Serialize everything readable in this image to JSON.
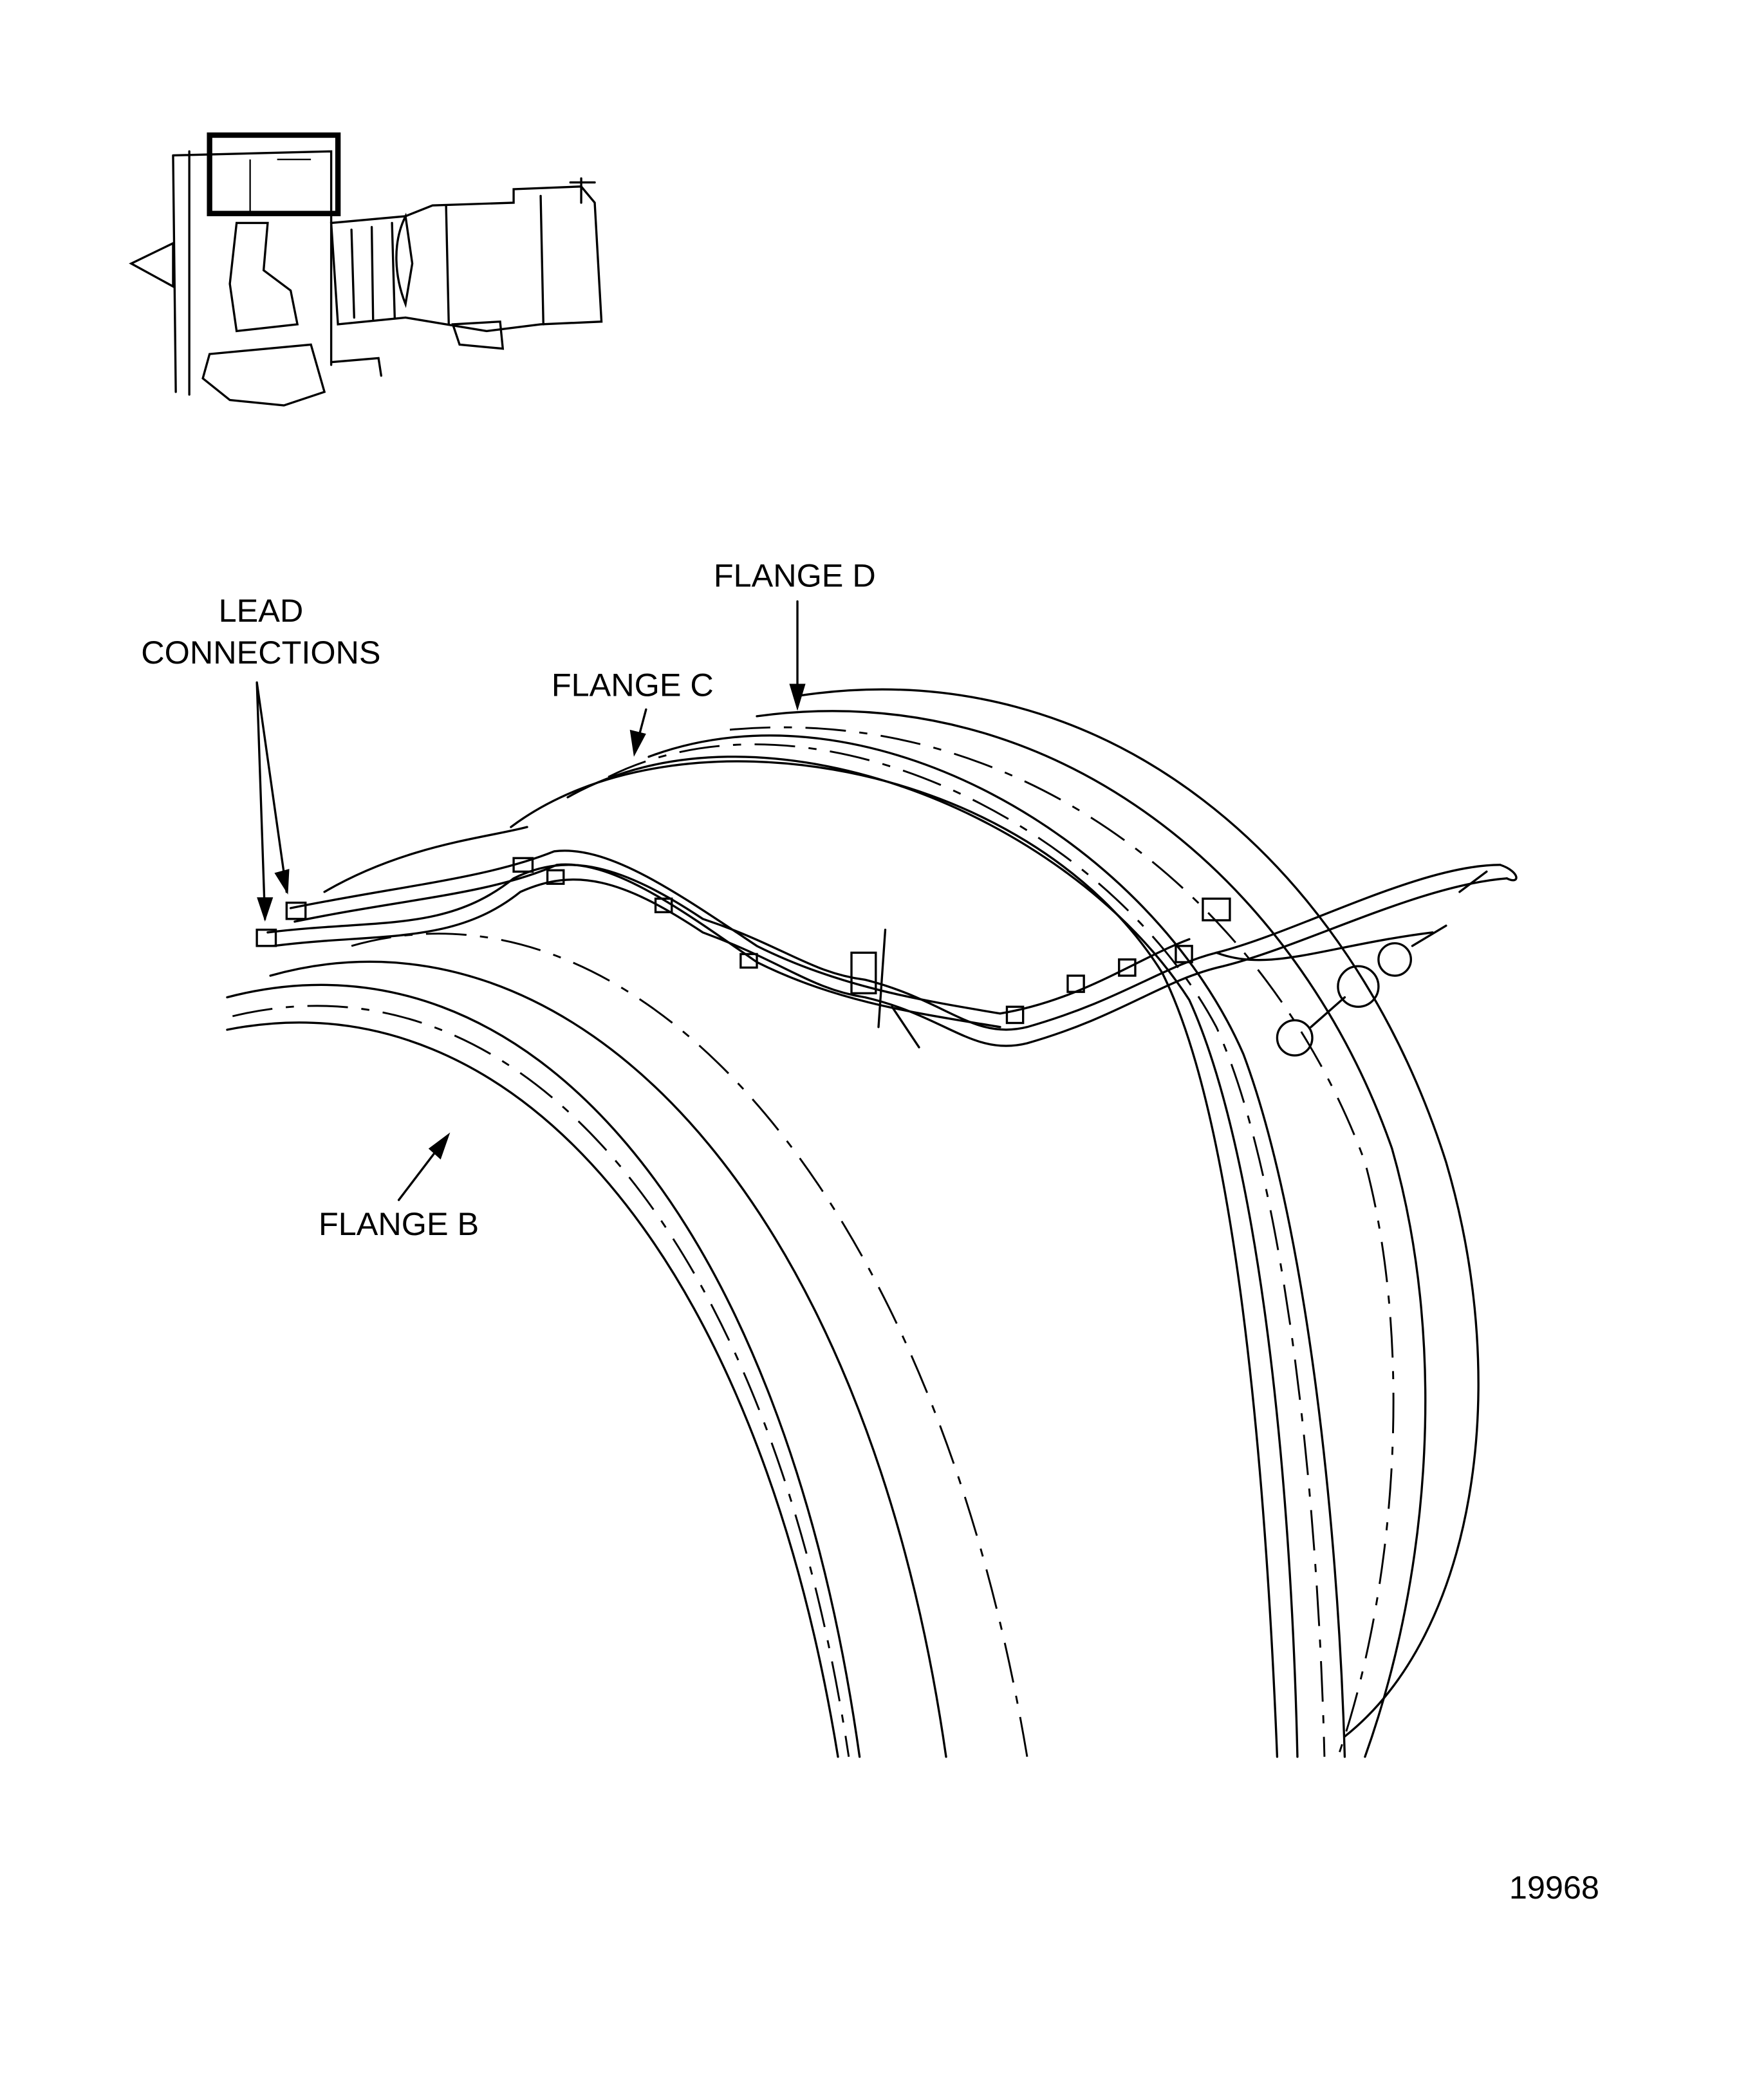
{
  "labels": {
    "lead_connections_line1": "LEAD",
    "lead_connections_line2": "CONNECTIONS",
    "flange_d": "FLANGE D",
    "flange_c": "FLANGE C",
    "flange_b": "FLANGE B"
  },
  "figure_number": "19968"
}
